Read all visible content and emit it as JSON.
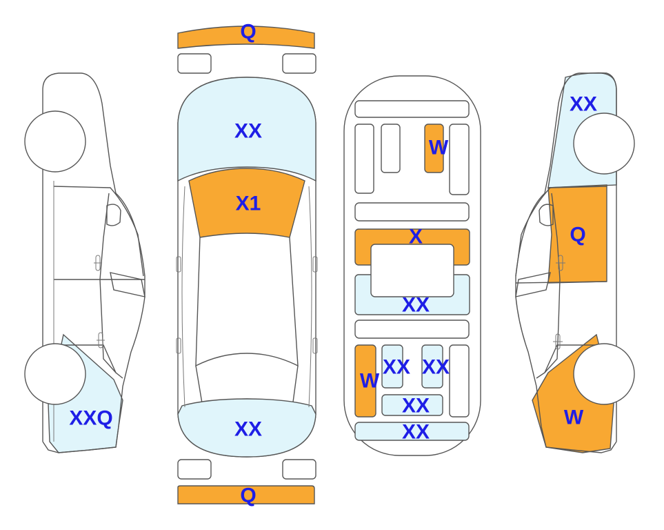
{
  "legend_colors": {
    "orange": "#f8a832",
    "light_blue": "#e0f5fb",
    "white": "#ffffff",
    "outline": "#555555",
    "label": "#1e1ee6"
  },
  "labels": {
    "front_bumper": "Q",
    "rear_bumper": "Q",
    "hood": "XX",
    "windshield": "X1",
    "trunk": "XX",
    "left_rear_fender": "XXQ",
    "right_front_fender": "XX",
    "right_front_door": "Q",
    "right_rear_fender": "W",
    "floor_front_pillar": "W",
    "floor_cross_member": "X",
    "floor_center": "XX",
    "floor_rear_left": "W",
    "floor_rear_a": "XX",
    "floor_rear_b": "XX",
    "floor_rear_c": "XX",
    "floor_rear_d": "XX"
  }
}
